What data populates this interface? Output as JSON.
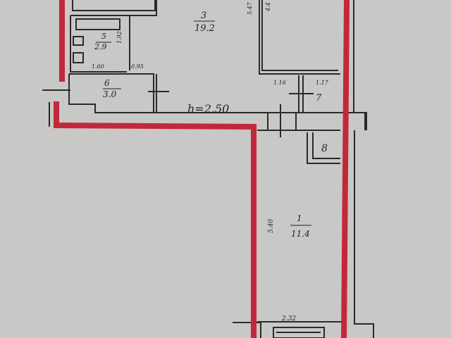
{
  "plan": {
    "ceiling_height": "h=2.50",
    "rooms": [
      {
        "number": "3",
        "area": "19.2"
      },
      {
        "number": "5",
        "area": "2.9"
      },
      {
        "number": "6",
        "area": "3.0"
      },
      {
        "number": "1",
        "area": "11.4"
      },
      {
        "number": "7"
      },
      {
        "number": "8"
      }
    ],
    "dimensions": {
      "bath_width": "1.60",
      "bath_length": "1.92",
      "door_small": "0.95",
      "closet_left": "1.16",
      "closet_right": "1.17",
      "room1_length": "5.40",
      "room1_width": "2.32",
      "top_wall": "5.47",
      "top_room_side": "4.4"
    }
  }
}
